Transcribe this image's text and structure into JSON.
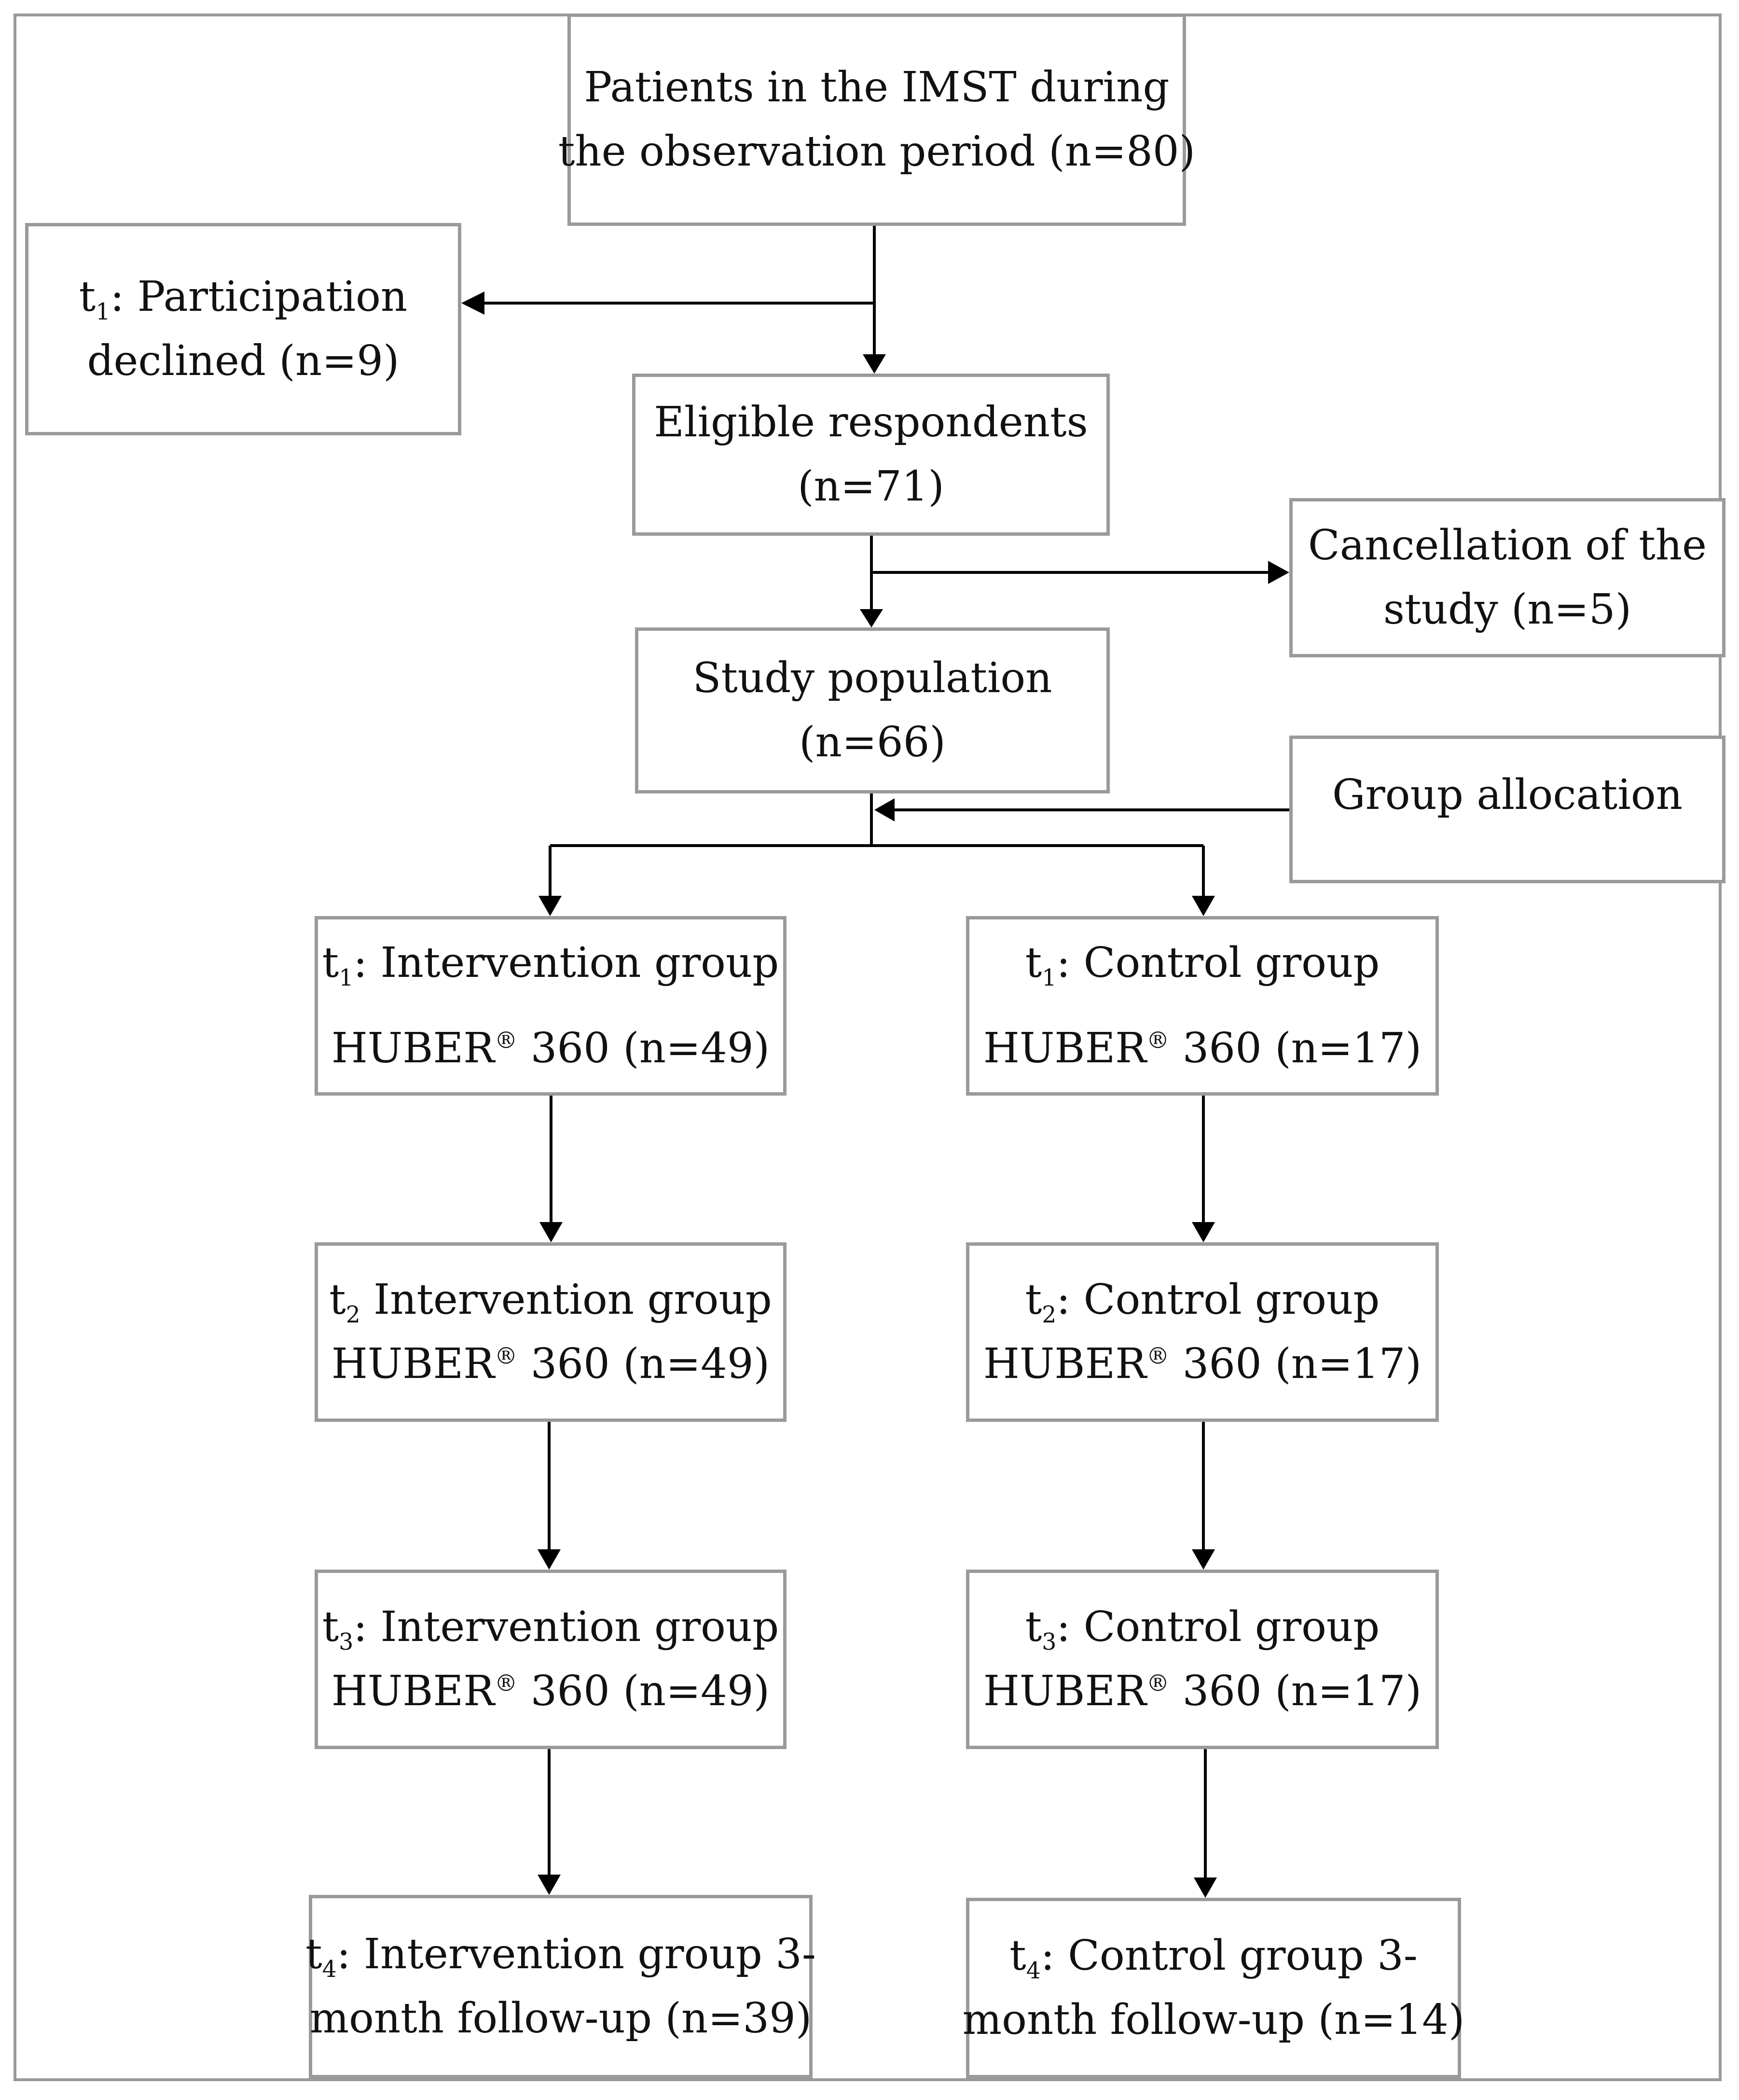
{
  "nodes": {
    "patients": {
      "line1": "Patients in the IMST during",
      "line2": "the observation period (n=80)"
    },
    "declined": {
      "prefix": "t",
      "sub": "1",
      "line1_rest": ": Participation",
      "line2": "declined (n=9)"
    },
    "eligible": {
      "line1": "Eligible respondents",
      "line2": "(n=71)"
    },
    "cancellation": {
      "line1": "Cancellation of the",
      "line2": "study (n=5)"
    },
    "study_population": {
      "line1": "Study population",
      "line2": "(n=66)"
    },
    "group_allocation": {
      "line1": "Group allocation"
    },
    "int_t1": {
      "prefix": "t",
      "sub": "1",
      "line1_rest": ": Intervention group",
      "line2_a": "HUBER",
      "reg": "®",
      "line2_b": " 360 (n=49)"
    },
    "ctl_t1": {
      "prefix": "t",
      "sub": "1",
      "line1_rest": ": Control group",
      "line2_a": "HUBER",
      "reg": "®",
      "line2_b": " 360 (n=17)"
    },
    "int_t2": {
      "prefix": "t",
      "sub": "2",
      "line1_rest": " Intervention group",
      "line2_a": "HUBER",
      "reg": "®",
      "line2_b": " 360 (n=49)"
    },
    "ctl_t2": {
      "prefix": "t",
      "sub": "2",
      "line1_rest": ": Control group",
      "line2_a": "HUBER",
      "reg": "®",
      "line2_b": " 360 (n=17)"
    },
    "int_t3": {
      "prefix": "t",
      "sub": "3",
      "line1_rest": ": Intervention group",
      "line2_a": "HUBER",
      "reg": "®",
      "line2_b": " 360 (n=49)"
    },
    "ctl_t3": {
      "prefix": "t",
      "sub": "3",
      "line1_rest": ": Control group",
      "line2_a": "HUBER",
      "reg": "®",
      "line2_b": " 360 (n=17)"
    },
    "int_t4": {
      "prefix": "t",
      "sub": "4",
      "line1_rest": ": Intervention group 3-",
      "line2": "month follow-up (n=39)"
    },
    "ctl_t4": {
      "prefix": "t",
      "sub": "4",
      "line1_rest": ": Control group 3-",
      "line2": "month follow-up (n=14)"
    }
  },
  "colors": {
    "box_border": "#9a9a9a",
    "arrow": "#000000",
    "text": "#111111"
  }
}
